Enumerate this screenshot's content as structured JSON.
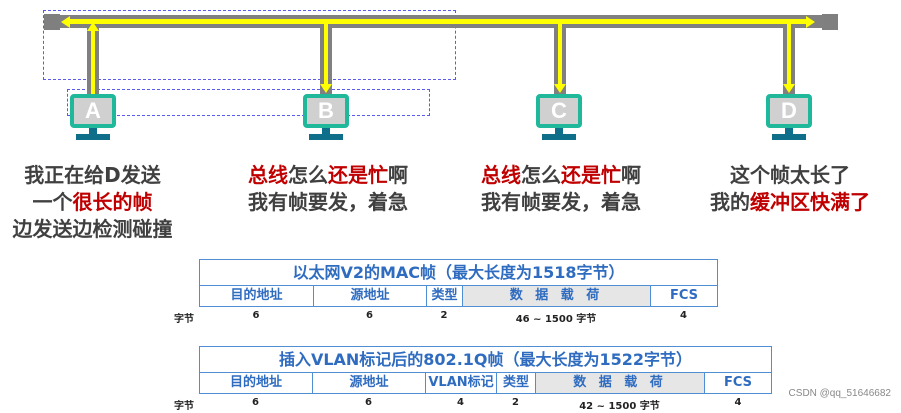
{
  "bus": {
    "colors": {
      "cable": "#808080",
      "signal": "#ffff00",
      "terminator": "#7f7f7f",
      "selection": "#5a5aee"
    }
  },
  "stations": [
    {
      "label": "A",
      "caption_lines": [
        [
          {
            "t": "我正在给D发送",
            "red": false
          }
        ],
        [
          {
            "t": "一个",
            "red": false
          },
          {
            "t": "很长的帧",
            "red": true
          }
        ],
        [
          {
            "t": "边发送边检测碰撞",
            "red": false
          }
        ]
      ]
    },
    {
      "label": "B",
      "caption_lines": [
        [
          {
            "t": "总线",
            "red": true
          },
          {
            "t": "怎么",
            "red": false
          },
          {
            "t": "还是忙",
            "red": true
          },
          {
            "t": "啊",
            "red": false
          }
        ],
        [
          {
            "t": "我有帧要发，着急",
            "red": false
          }
        ]
      ]
    },
    {
      "label": "C",
      "caption_lines": [
        [
          {
            "t": "总线",
            "red": true
          },
          {
            "t": "怎么",
            "red": false
          },
          {
            "t": "还是忙",
            "red": true
          },
          {
            "t": "啊",
            "red": false
          }
        ],
        [
          {
            "t": "我有帧要发，着急",
            "red": false
          }
        ]
      ]
    },
    {
      "label": "D",
      "caption_lines": [
        [
          {
            "t": "这个帧太长了",
            "red": false
          }
        ],
        [
          {
            "t": "我的",
            "red": false
          },
          {
            "t": "缓冲区快满了",
            "red": true
          }
        ]
      ]
    }
  ],
  "frame_v2": {
    "title": "以太网V2的MAC帧（最大长度为1518字节）",
    "bytes_label": "字节",
    "fields": [
      {
        "name": "目的地址",
        "bytes": "6"
      },
      {
        "name": "源地址",
        "bytes": "6"
      },
      {
        "name": "类型",
        "bytes": "2"
      },
      {
        "name": "数 据 载 荷",
        "bytes": "46 ~ 1500 字节"
      },
      {
        "name": "FCS",
        "bytes": "4"
      }
    ]
  },
  "frame_8021q": {
    "title": "插入VLAN标记后的802.1Q帧（最大长度为1522字节）",
    "bytes_label": "字节",
    "fields": [
      {
        "name": "目的地址",
        "bytes": "6"
      },
      {
        "name": "源地址",
        "bytes": "6"
      },
      {
        "name": "VLAN标记",
        "bytes": "4"
      },
      {
        "name": "类型",
        "bytes": "2"
      },
      {
        "name": "数 据 载 荷",
        "bytes": "42 ~ 1500 字节"
      },
      {
        "name": "FCS",
        "bytes": "4"
      }
    ]
  },
  "footer": "CSDN @qq_51646682"
}
